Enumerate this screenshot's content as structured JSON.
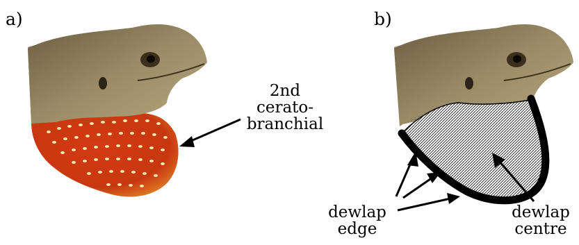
{
  "panels": {
    "a": {
      "label": "a)"
    },
    "b": {
      "label": "b)"
    }
  },
  "annotations": {
    "ceratobranchial": {
      "lines": [
        "2nd",
        "cerato-",
        "branchial"
      ]
    },
    "dewlap_edge": {
      "lines": [
        "dewlap",
        "edge"
      ]
    },
    "dewlap_centre": {
      "lines": [
        "dewlap",
        "centre"
      ]
    }
  },
  "colors": {
    "skin_brown": "#8a7c5e",
    "skin_dark": "#5b4f36",
    "dewlap_orange": "#d8471a",
    "dewlap_red": "#b72c10",
    "dewlap_yellow": "#e9a23a",
    "scale_dot": "#f6e6b0",
    "outline": "#000000"
  }
}
